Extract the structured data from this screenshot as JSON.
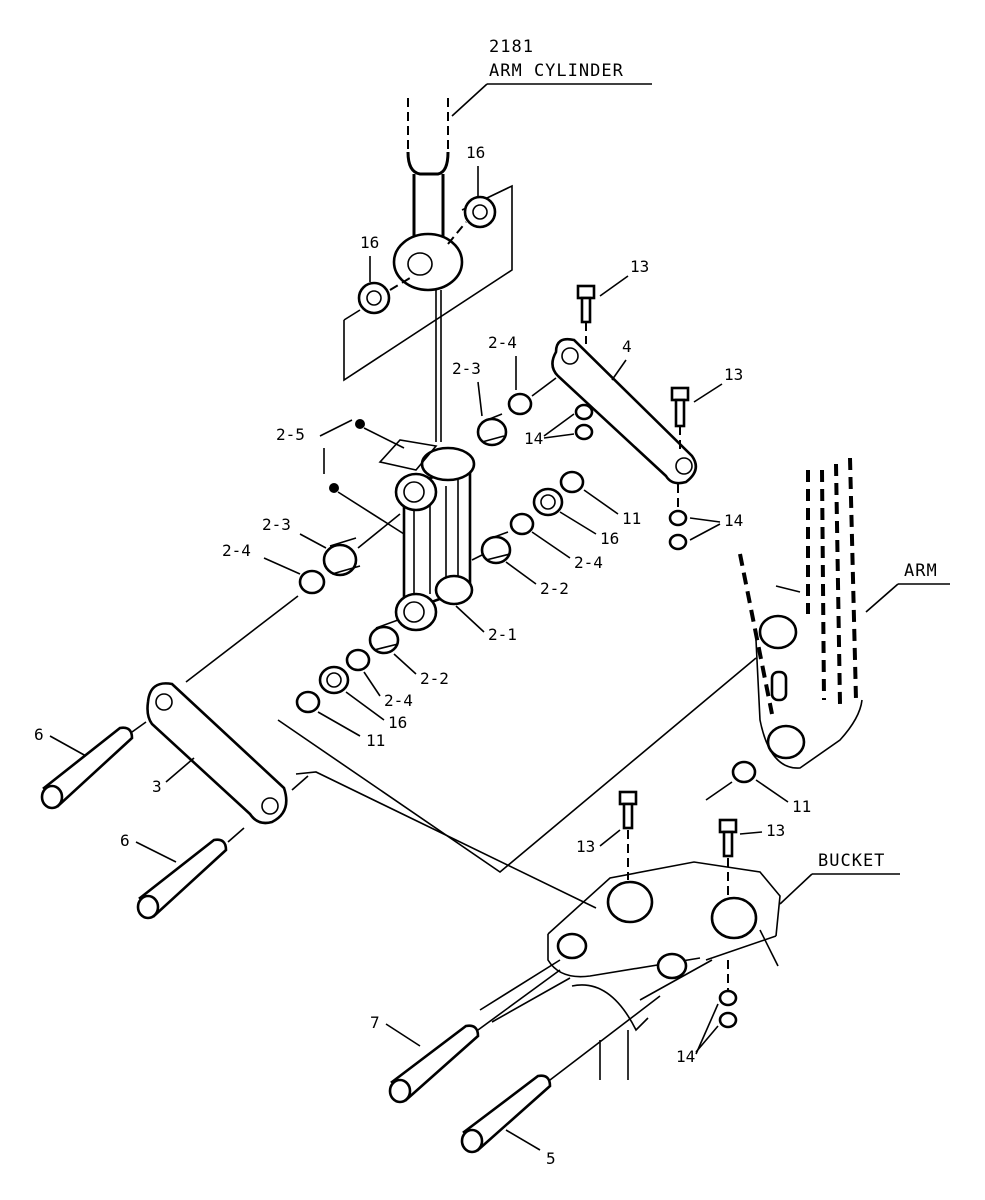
{
  "title_code": "2181",
  "title_name": "ARM CYLINDER",
  "labels": {
    "arm": "ARM",
    "bucket": "BUCKET"
  },
  "callouts": {
    "c16_top": "16",
    "c16_left": "16",
    "c13_top": "13",
    "c13_right": "13",
    "c13_lower_left": "13",
    "c13_lower_right": "13",
    "c2_4_top": "2-4",
    "c2_3_top": "2-3",
    "c2_5": "2-5",
    "c4": "4",
    "c14_upper": "14",
    "c14_right": "14",
    "c14_bottom": "14",
    "c11_right": "11",
    "c16_right": "16",
    "c2_4_right": "2-4",
    "c2_2_right": "2-2",
    "c2_3_left": "2-3",
    "c2_4_left": "2-4",
    "c2_1": "2-1",
    "c2_2_lower": "2-2",
    "c2_4_lower": "2-4",
    "c16_lower": "16",
    "c11_lower": "11",
    "c11_bucket": "11",
    "c6_top": "6",
    "c6_bottom": "6",
    "c3": "3",
    "c7": "7",
    "c5": "5"
  }
}
